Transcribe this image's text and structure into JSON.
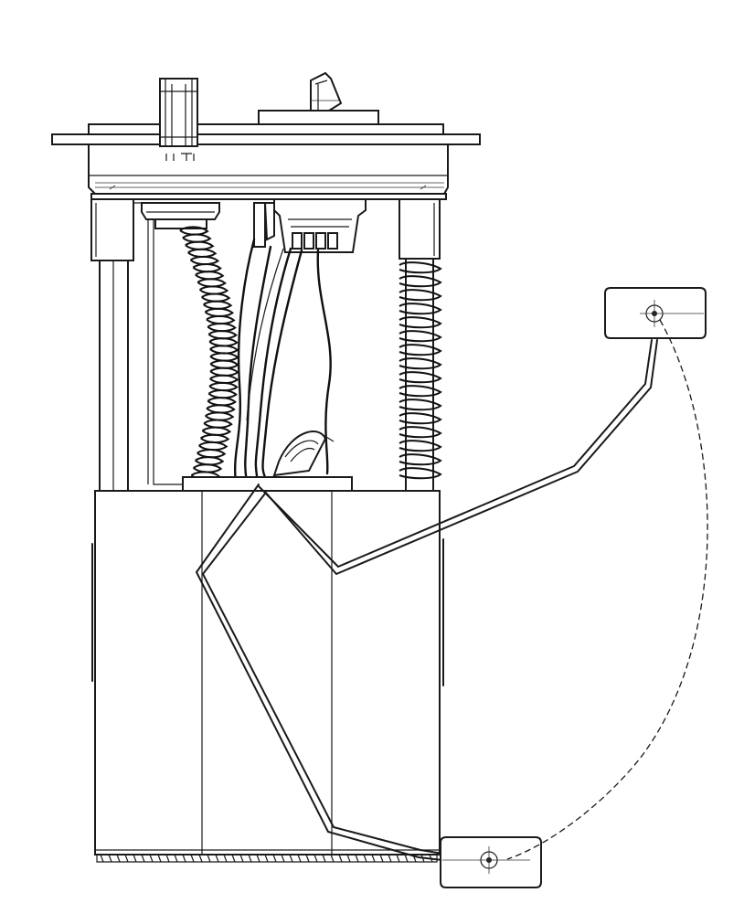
{
  "figure": {
    "subject": "fuel-pump-module-assembly",
    "style": "black line drawing on white"
  },
  "components": [
    {
      "id": "mounting-flange"
    },
    {
      "id": "electrical-connector"
    },
    {
      "id": "fuel-outlet-nipple"
    },
    {
      "id": "guide-rod-left"
    },
    {
      "id": "guide-rod-right"
    },
    {
      "id": "compression-spring"
    },
    {
      "id": "corrugated-fuel-hose"
    },
    {
      "id": "wiring-harness"
    },
    {
      "id": "reservoir-canister"
    },
    {
      "id": "float-arm"
    },
    {
      "id": "float-upper-position"
    },
    {
      "id": "float-lower-position"
    },
    {
      "id": "float-travel-arc"
    }
  ]
}
